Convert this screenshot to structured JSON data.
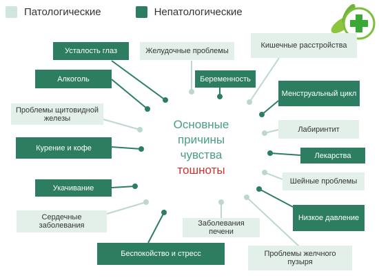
{
  "legend": {
    "pathological": "Патологические",
    "nonpathological": "Непатологические",
    "colors": {
      "pathological": "#cfe6dc",
      "nonpathological": "#2d7e61"
    }
  },
  "center": {
    "line1": "Основные",
    "line2": "причины",
    "line3": "чувства",
    "line4": "тошноты"
  },
  "causes": {
    "fatigue": "Усталость глаз",
    "stomach": "Желудочные проблемы",
    "intestinal": "Кишечные расстройства",
    "alcohol": "Алкоголь",
    "pregnancy": "Беременность",
    "menstrual": "Менструальный цикл",
    "thyroid": "Проблемы щитовидной железы",
    "labyrinthitis": "Лабиринтит",
    "smoking_coffee": "Курение и кофе",
    "medication": "Лекарства",
    "motion_sickness": "Укачивание",
    "neck": "Шейные проблемы",
    "heart": "Сердечные заболевания",
    "low_pressure": "Низкое давление",
    "liver": "Заболевания печени",
    "anxiety": "Беспокойство и стресс",
    "gallbladder": "Проблемы желчного пузыря"
  },
  "icon": "medical-cross-icon"
}
